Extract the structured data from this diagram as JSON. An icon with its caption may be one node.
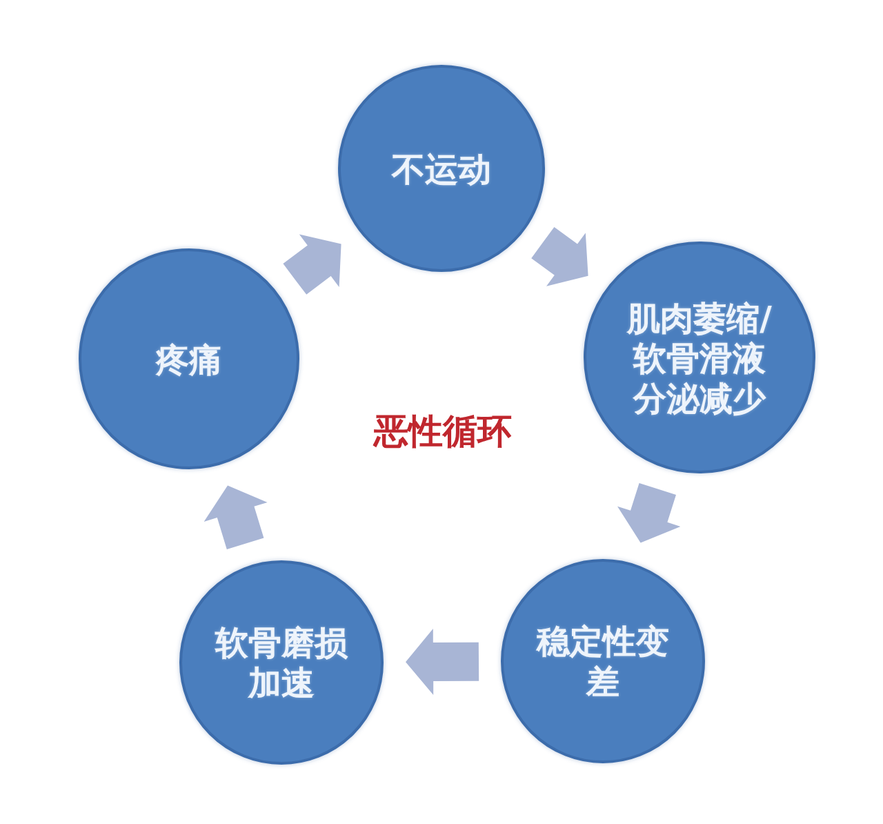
{
  "diagram": {
    "nodes": [
      {
        "text": [
          "不运动"
        ]
      },
      {
        "text": [
          "肌肉萎缩/软骨滑液分泌减少"
        ]
      },
      {
        "text": [
          "稳定性变差"
        ]
      },
      {
        "text": [
          "软骨磨损加速"
        ]
      },
      {
        "text": [
          "疼痛"
        ]
      }
    ],
    "edges": [
      {
        "from": 0,
        "to": 1,
        "arrow": "to"
      },
      {
        "from": 1,
        "to": 2,
        "arrow": "to"
      },
      {
        "from": 2,
        "to": 3,
        "arrow": "to"
      },
      {
        "from": 3,
        "to": 4,
        "arrow": "to"
      },
      {
        "from": 4,
        "to": 0,
        "arrow": "to"
      }
    ],
    "labels": [
      "恶性循环"
    ]
  }
}
